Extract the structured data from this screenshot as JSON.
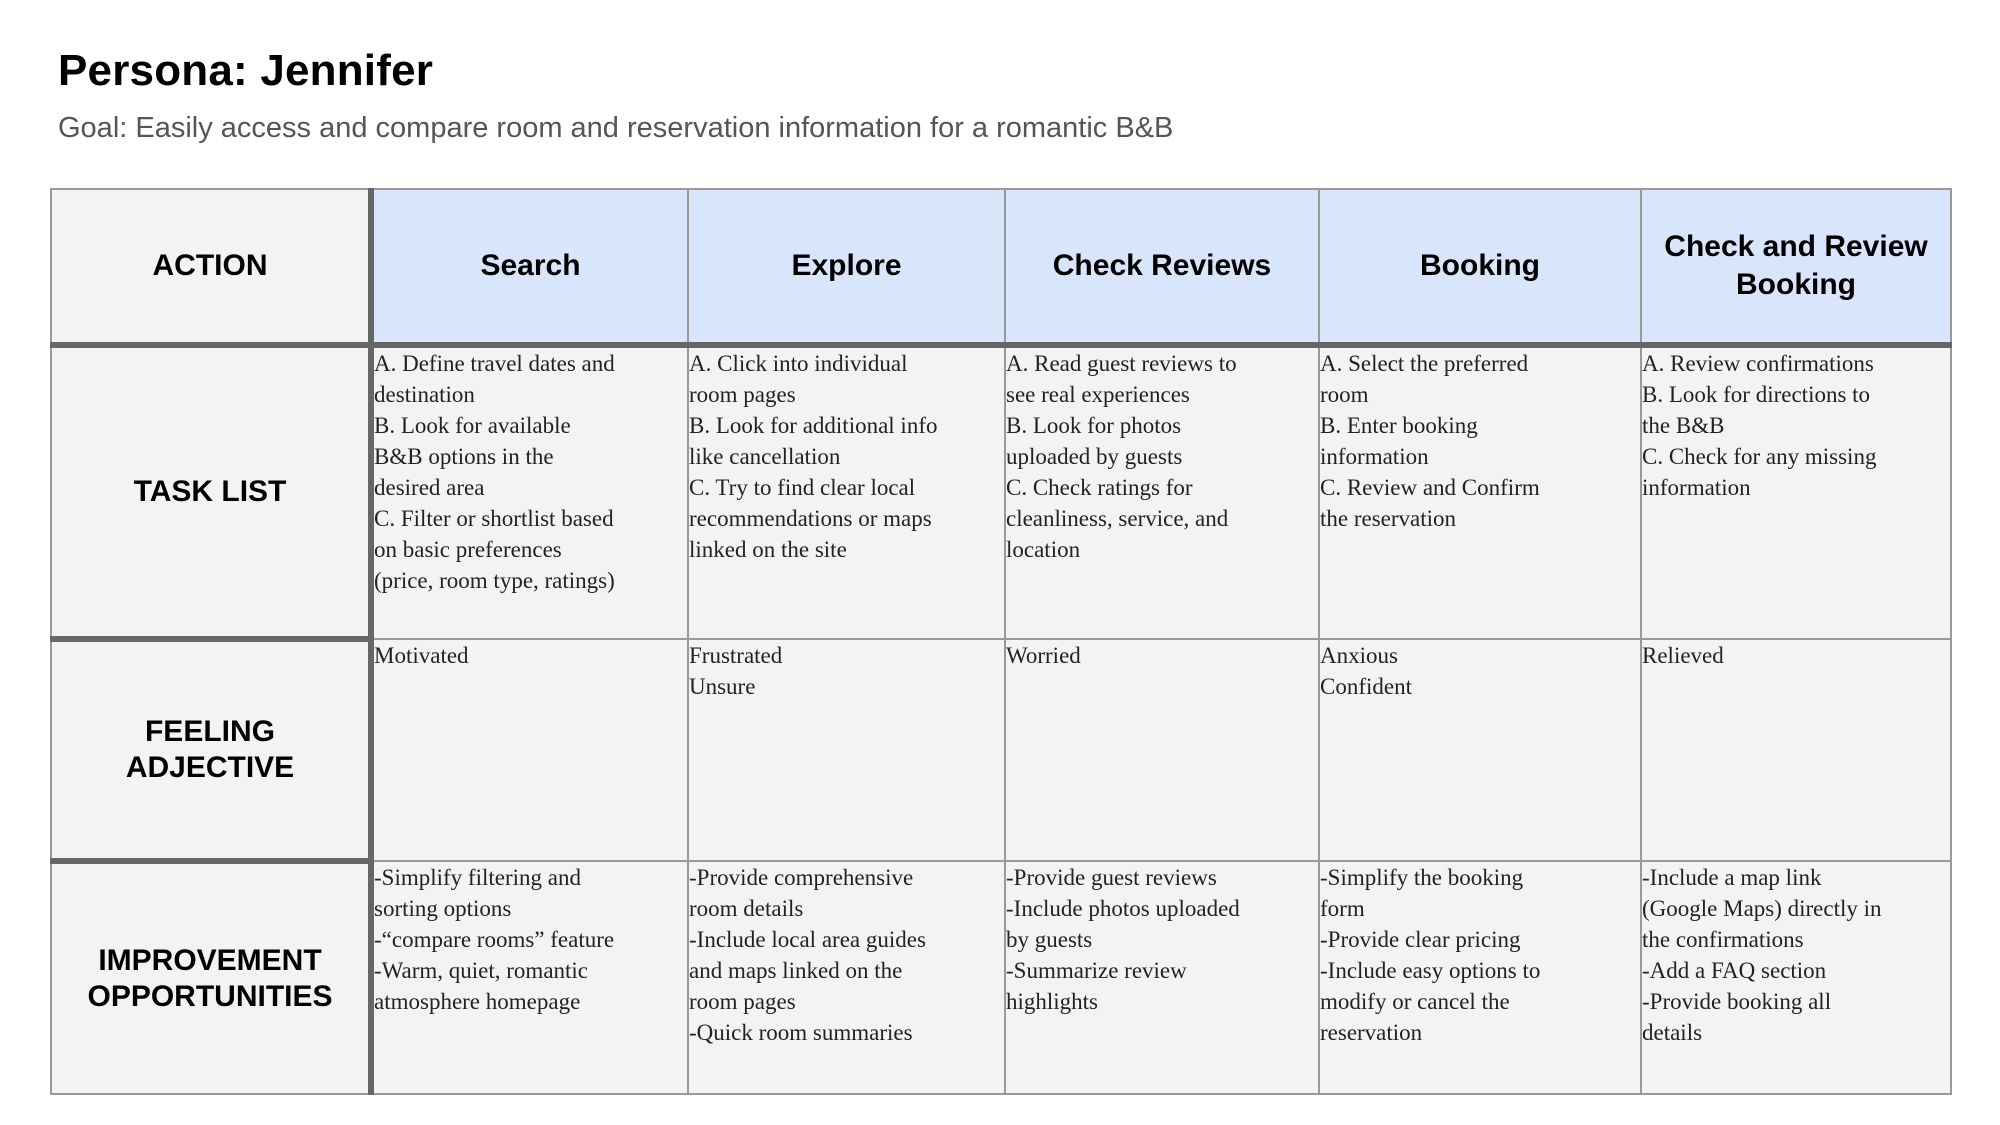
{
  "persona_title": "Persona: Jennifer",
  "goal": "Goal: Easily access and compare room and reservation information for a romantic B&B",
  "row_labels": {
    "action": "ACTION",
    "task_list": "TASK LIST",
    "feeling": [
      "FEELING",
      "ADJECTIVE"
    ],
    "improvement": [
      "IMPROVEMENT",
      "OPPORTUNITIES"
    ]
  },
  "stages": [
    {
      "header": "Search",
      "tasks": [
        "A. Define travel dates and",
        "destination",
        "B. Look for available",
        "B&B options in the",
        "desired area",
        "C. Filter or shortlist based",
        "on basic preferences",
        "(price, room type, ratings)"
      ],
      "feelings": [
        "Motivated"
      ],
      "improvements": [
        "-Simplify filtering and",
        "sorting options",
        "-“compare rooms” feature",
        "-Warm, quiet, romantic",
        "atmosphere homepage"
      ]
    },
    {
      "header": "Explore",
      "tasks": [
        "A. Click into individual",
        "room pages",
        "B. Look for additional info",
        "like cancellation",
        "C. Try to find clear local",
        "recommendations or maps",
        "linked on the site"
      ],
      "feelings": [
        "Frustrated",
        "Unsure"
      ],
      "improvements": [
        "-Provide comprehensive",
        "room details",
        "-Include local area guides",
        "and maps linked on the",
        "room pages",
        "-Quick room summaries"
      ]
    },
    {
      "header": "Check Reviews",
      "tasks": [
        "A. Read guest reviews to",
        "see real experiences",
        "B. Look for photos",
        "uploaded by guests",
        "C. Check ratings for",
        "cleanliness, service, and",
        "location"
      ],
      "feelings": [
        "Worried"
      ],
      "improvements": [
        "-Provide guest reviews",
        "-Include photos uploaded",
        "by guests",
        "-Summarize review",
        "highlights"
      ]
    },
    {
      "header": "Booking",
      "tasks": [
        "A. Select the preferred",
        "room",
        "B. Enter booking",
        "information",
        "C. Review and Confirm",
        "the reservation"
      ],
      "feelings": [
        "Anxious",
        "Confident"
      ],
      "improvements": [
        "-Simplify the booking",
        "form",
        "-Provide clear pricing",
        "-Include easy options to",
        "modify or cancel the",
        "reservation"
      ]
    },
    {
      "header": [
        "Check and Review",
        "Booking"
      ],
      "tasks": [
        "A. Review confirmations",
        "B. Look for directions to",
        "the B&B",
        "C. Check for any missing",
        "information"
      ],
      "feelings": [
        "Relieved"
      ],
      "improvements": [
        "-Include a map link",
        "(Google Maps) directly in",
        "the confirmations",
        "-Add a FAQ section",
        "-Provide booking all",
        "details"
      ]
    }
  ]
}
